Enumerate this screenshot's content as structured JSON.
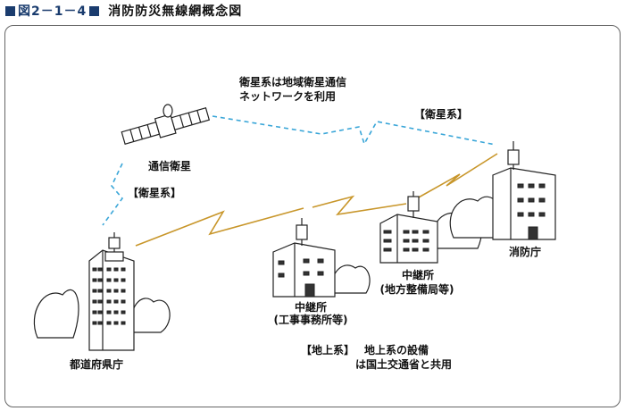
{
  "figure": {
    "number": "図2－1－4",
    "title": "消防防災無線網概念図"
  },
  "labels": {
    "satellite": "通信衛星",
    "satellite_note_line1": "衛星系は地域衛星通信",
    "satellite_note_line2": "ネットワークを利用",
    "sat_link_left": "【衛星系】",
    "sat_link_right": "【衛星系】",
    "prefecture": "都道府県庁",
    "relay1_line1": "中継所",
    "relay1_line2": "(工事事務所等)",
    "relay2_line1": "中継所",
    "relay2_line2": "(地方整備局等)",
    "fire_agency": "消防庁",
    "ground_line1_tag": "【地上系】",
    "ground_line1": "地上系の設備",
    "ground_line2": "は国土交通省と共用"
  },
  "colors": {
    "title_blue": "#1a3c6e",
    "satellite_link": "#3aa6d8",
    "ground_link": "#c8962a",
    "frame": "#666666"
  },
  "icons": [
    "satellite-icon",
    "building-icon",
    "antenna-icon",
    "tree-icon"
  ]
}
